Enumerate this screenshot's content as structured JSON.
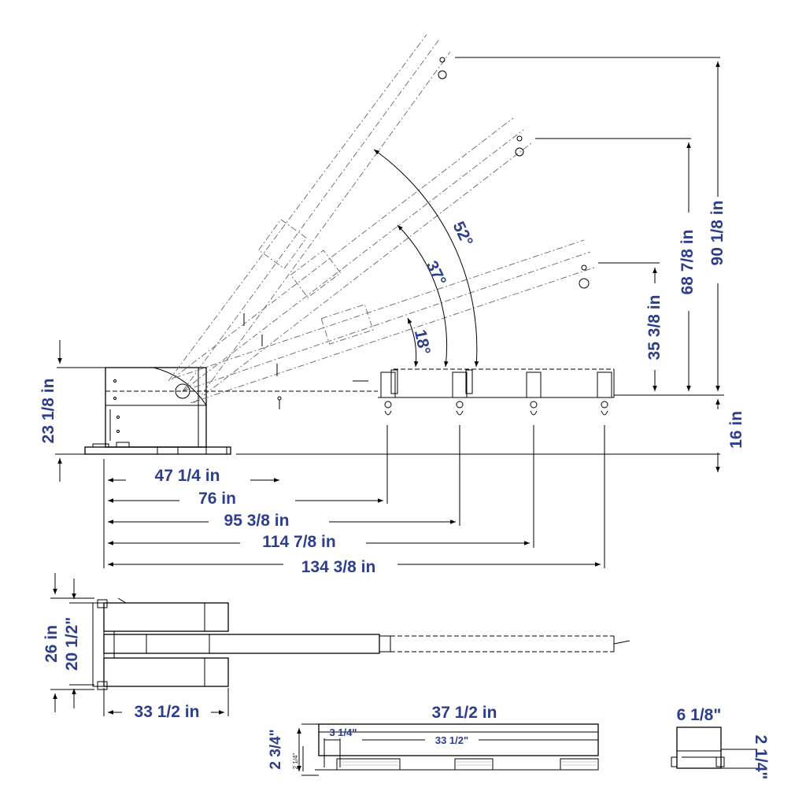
{
  "labels": {
    "dim_23_1_8": "23 1/8 in",
    "dim_16": "16 in",
    "dim_35_3_8": "35 3/8 in",
    "dim_68_7_8": "68 7/8 in",
    "dim_90_1_8": "90 1/8 in",
    "angle_52": "52°",
    "angle_37": "37°",
    "angle_18": "18°",
    "dim_47_1_4": "47 1/4 in",
    "dim_76": "76 in",
    "dim_95_3_8": "95 3/8 in",
    "dim_114_7_8": "114 7/8 in",
    "dim_134_3_8": "134 3/8 in",
    "dim_26": "26 in",
    "dim_20_1_2": "20 1/2\"",
    "dim_33_1_2_in": "33 1/2 in",
    "dim_37_1_2": "37 1/2 in",
    "dim_3_1_4": "3 1/4\"",
    "dim_33_1_2_q": "33 1/2\"",
    "dim_2_3_4": "2 3/4\"",
    "dim_2_1_4_small": "2 1/4\"",
    "dim_6_1_8": "6 1/8\"",
    "dim_2_1_4": "2 1/4\""
  },
  "colors": {
    "dimension_text": "#2d3e8c",
    "line": "#000000"
  }
}
